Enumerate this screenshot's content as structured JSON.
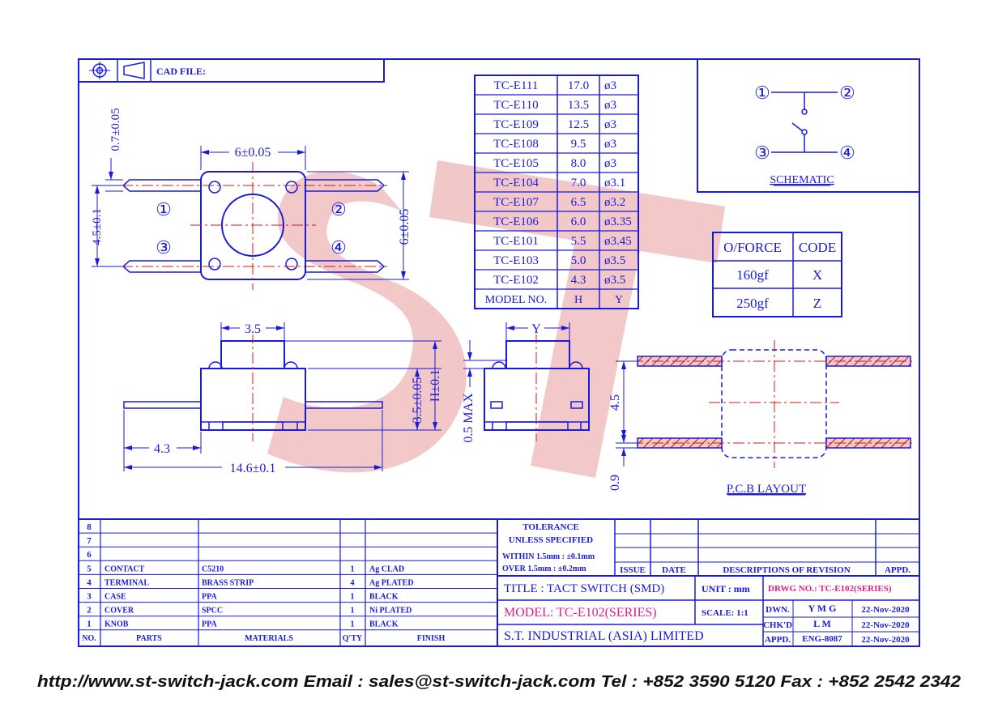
{
  "cad_file_label": "CAD FILE:",
  "dims": {
    "top_width": "6±0.05",
    "top_height_right": "6±0.05",
    "pin_offset": "0.7±0.05",
    "pin_pitch": "4.5±0.1",
    "body_side": "3.5",
    "body_height": "3.5±0.05",
    "plunger_h": "H±0.1",
    "pin_ext": "4.3",
    "total_len": "14.6±0.1",
    "side_y": "Y",
    "side_max": "0.5 MAX",
    "pcb_pitch": "4.5",
    "pcb_pad": "0.9"
  },
  "pin_labels": [
    "①",
    "②",
    "③",
    "④"
  ],
  "model_table": {
    "rows": [
      [
        "TC-E111",
        "17.0",
        "ø3"
      ],
      [
        "TC-E110",
        "13.5",
        "ø3"
      ],
      [
        "TC-E109",
        "12.5",
        "ø3"
      ],
      [
        "TC-E108",
        "9.5",
        "ø3"
      ],
      [
        "TC-E105",
        "8.0",
        "ø3"
      ],
      [
        "TC-E104",
        "7.0",
        "ø3.1"
      ],
      [
        "TC-E107",
        "6.5",
        "ø3.2"
      ],
      [
        "TC-E106",
        "6.0",
        "ø3.35"
      ],
      [
        "TC-E101",
        "5.5",
        "ø3.45"
      ],
      [
        "TC-E103",
        "5.0",
        "ø3.5"
      ],
      [
        "TC-E102",
        "4.3",
        "ø3.5"
      ]
    ],
    "header": [
      "MODEL NO.",
      "H",
      "Y"
    ]
  },
  "schematic_label": "SCHEMATIC",
  "force_table": {
    "header": [
      "O/FORCE",
      "CODE"
    ],
    "rows": [
      [
        "160gf",
        "X"
      ],
      [
        "250gf",
        "Z"
      ]
    ]
  },
  "pcb_label": "P.C.B LAYOUT",
  "parts": {
    "header": [
      "NO.",
      "PARTS",
      "MATERIALS",
      "Q'TY",
      "FINISH"
    ],
    "rows": [
      [
        "8",
        "",
        "",
        "",
        ""
      ],
      [
        "7",
        "",
        "",
        "",
        ""
      ],
      [
        "6",
        "",
        "",
        "",
        ""
      ],
      [
        "5",
        "CONTACT",
        "C5210",
        "1",
        "Ag CLAD"
      ],
      [
        "4",
        "TERMINAL",
        "BRASS STRIP",
        "4",
        "Ag PLATED"
      ],
      [
        "3",
        "CASE",
        "PPA",
        "1",
        "BLACK"
      ],
      [
        "2",
        "COVER",
        "SPCC",
        "1",
        "Ni PLATED"
      ],
      [
        "1",
        "KNOB",
        "PPA",
        "1",
        "BLACK"
      ]
    ]
  },
  "tolerance": {
    "l1": "TOLERANCE",
    "l2": "UNLESS   SPECIFIED",
    "l3": "WITHIN  1.5mm : ±0.1mm",
    "l4": "OVER    1.5mm : ±0.2mm"
  },
  "revision_header": [
    "ISSUE",
    "DATE",
    "DESCRIPTIONS  OF  REVISION",
    "APPD."
  ],
  "title_block": {
    "title": "TITLE : TACT SWITCH (SMD)",
    "model": "MODEL: TC-E102(SERIES)",
    "company": "S.T.  INDUSTRIAL  (ASIA)  LIMITED",
    "unit": "UNIT :   mm",
    "scale": "SCALE:   1:1",
    "drwg": "DRWG NO.: TC-E102(SERIES)",
    "dwn_label": "DWN.",
    "dwn_value": "Y M G",
    "dwn_date": "22-Nov-2020",
    "chk_label": "CHK'D",
    "chk_value": "L M",
    "chk_date": "22-Nov-2020",
    "appd_label": "APPD.",
    "appd_value": "ENG-8087",
    "appd_date": "22-Nov-2020"
  },
  "footer": "http://www.st-switch-jack.com  Email : sales@st-switch-jack.com  Tel : +852 3590 5120  Fax : +852 2542 2342",
  "watermark": "ST",
  "colors": {
    "line": "#1a1adc",
    "pin": "#d01818",
    "pink": "#e0208a",
    "water": "#e89090"
  }
}
